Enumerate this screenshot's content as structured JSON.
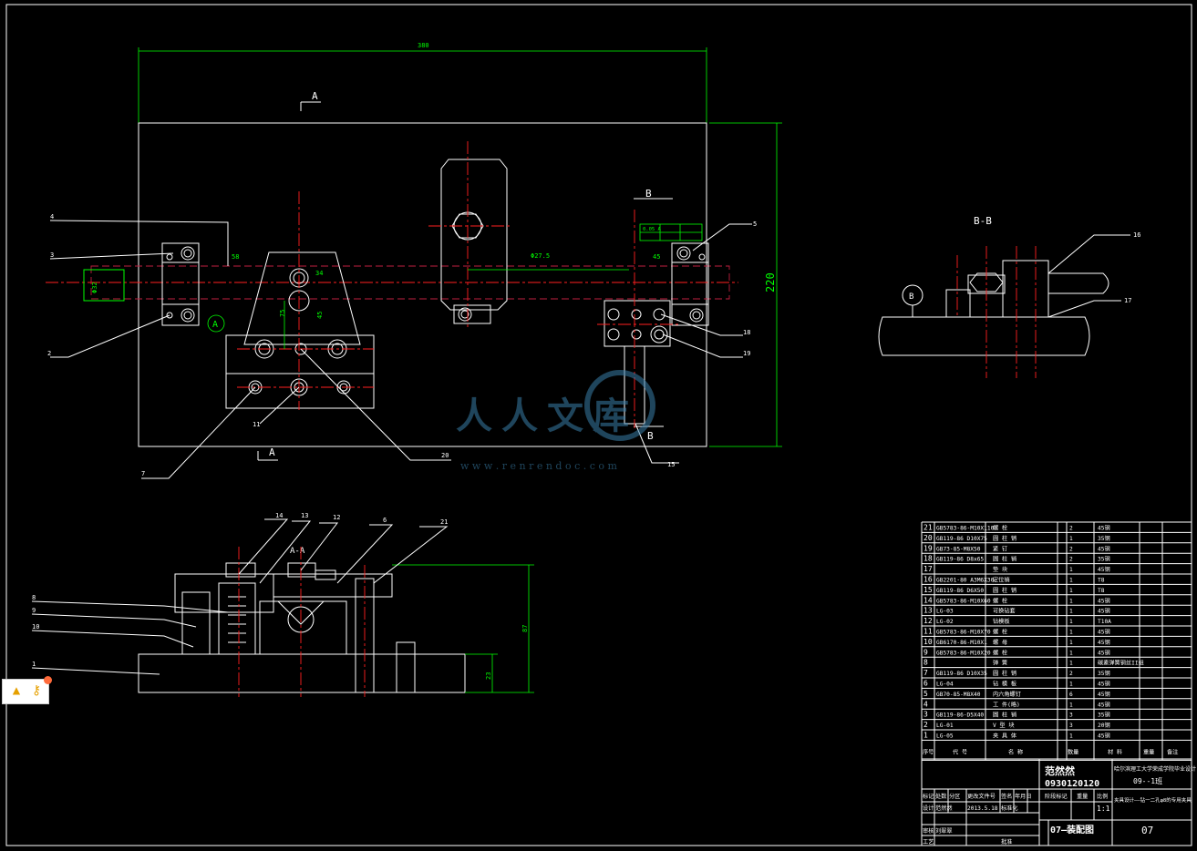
{
  "views": {
    "section_aa": "A-A",
    "section_bb": "B-B",
    "view_mark_a": "A",
    "view_mark_b": "B",
    "circle_a": "A",
    "circle_b": "B"
  },
  "dimensions": {
    "overall_width": "380",
    "overall_height": "220",
    "side_height": "87",
    "base_height": "23",
    "dim_58": "58",
    "dim_45": "45",
    "dim_75": "75",
    "dim_34": "34",
    "dim_45b": "45",
    "dim_phi": "Φ27.5",
    "dim_left": "Φ32",
    "tolerance": "0.05 A"
  },
  "callouts": {
    "c1": "1",
    "c2": "2",
    "c3": "3",
    "c4": "4",
    "c5": "5",
    "c6": "6",
    "c7": "7",
    "c8": "8",
    "c9": "9",
    "c10": "10",
    "c11": "11",
    "c12": "12",
    "c13": "13",
    "c14": "14",
    "c15": "15",
    "c16": "16",
    "c17": "17",
    "c18": "18",
    "c19": "19",
    "c20": "20",
    "c21": "21"
  },
  "watermark": {
    "brand": "人人文库",
    "url": "w w w . r e n r e n d o c . c o m"
  },
  "bom": {
    "rows": [
      {
        "no": "21",
        "code": "GB5783-86-M10X110",
        "name": "螺 栓",
        "qty": "2",
        "material": "45钢",
        "note": ""
      },
      {
        "no": "20",
        "code": "GB119-86 D10X75",
        "name": "圆 柱 销",
        "qty": "1",
        "material": "35钢",
        "note": ""
      },
      {
        "no": "19",
        "code": "GB73-85-M8X50",
        "name": "紧 钉",
        "qty": "2",
        "material": "45钢",
        "note": ""
      },
      {
        "no": "18",
        "code": "GB119-86 D8x65",
        "name": "圆 柱 销",
        "qty": "2",
        "material": "35钢",
        "note": ""
      },
      {
        "no": "17",
        "code": "",
        "name": "垫 块",
        "qty": "1",
        "material": "45钢",
        "note": ""
      },
      {
        "no": "16",
        "code": "GB2201-80 A3M6X30",
        "name": "定位销",
        "qty": "1",
        "material": "T8",
        "note": ""
      },
      {
        "no": "15",
        "code": "GB119-86 D6X50",
        "name": "圆 柱 销",
        "qty": "1",
        "material": "T8",
        "note": ""
      },
      {
        "no": "14",
        "code": "GB5783-86-M10X60",
        "name": "螺 栓",
        "qty": "1",
        "material": "45钢",
        "note": ""
      },
      {
        "no": "13",
        "code": "LG-03",
        "name": "可换钻套",
        "qty": "1",
        "material": "45钢",
        "note": ""
      },
      {
        "no": "12",
        "code": "LG-02",
        "name": "钻模板",
        "qty": "1",
        "material": "T10A",
        "note": ""
      },
      {
        "no": "11",
        "code": "GB5783-86-M10X70",
        "name": "螺 栓",
        "qty": "1",
        "material": "45钢",
        "note": ""
      },
      {
        "no": "10",
        "code": "GB6170-86-M10X1",
        "name": "螺 母",
        "qty": "1",
        "material": "45钢",
        "note": ""
      },
      {
        "no": "9",
        "code": "GB5783-86-M10X20",
        "name": "螺 栓",
        "qty": "1",
        "material": "45钢",
        "note": ""
      },
      {
        "no": "8",
        "code": "",
        "name": "弹 簧",
        "qty": "1",
        "material": "碳素弹簧钢丝II组",
        "note": ""
      },
      {
        "no": "7",
        "code": "GB119-86 D10X35",
        "name": "圆 柱 销",
        "qty": "2",
        "material": "35钢",
        "note": ""
      },
      {
        "no": "6",
        "code": "LG-04",
        "name": "钻 模 板",
        "qty": "1",
        "material": "45钢",
        "note": ""
      },
      {
        "no": "5",
        "code": "GB70-85-M8X40",
        "name": "内六角螺钉",
        "qty": "6",
        "material": "45钢",
        "note": ""
      },
      {
        "no": "4",
        "code": "",
        "name": "工 件(略)",
        "qty": "1",
        "material": "45钢",
        "note": ""
      },
      {
        "no": "3",
        "code": "GB119-86-D5X40",
        "name": "圆 柱 销",
        "qty": "3",
        "material": "35钢",
        "note": ""
      },
      {
        "no": "2",
        "code": "LG-01",
        "name": "V 型 块",
        "qty": "3",
        "material": "20钢",
        "note": ""
      },
      {
        "no": "1",
        "code": "LG-05",
        "name": "夹 具 体",
        "qty": "1",
        "material": "45钢",
        "note": ""
      }
    ],
    "headers": {
      "no": "序号",
      "code": "代 号",
      "name": "名 称",
      "qty": "数量",
      "material": "材 料",
      "weight": "重量",
      "note": "备注"
    }
  },
  "title_block": {
    "author": "范然然",
    "student_id": "0930120120",
    "school": "哈尔滨理工大学荣成学院毕业设计",
    "drawing_no": "09--1班",
    "stage": "阶段标记",
    "weight": "重量",
    "scale_label": "比例",
    "scale": "1:1",
    "design_title": "夹具设计——钻一二孔φ8的专用夹具",
    "drawing_name": "07—装配图",
    "sheet": "07",
    "labels": {
      "mark": "标记",
      "count": "处数",
      "zone": "分区",
      "doc": "更改文件号",
      "sign": "签名",
      "date": "年月日",
      "design": "设计",
      "std": "标准化",
      "review": "审核",
      "craft": "工艺",
      "approve": "批准"
    },
    "designer": "范然然",
    "date": "2013.5.18",
    "reviewer": "刘翠翠"
  }
}
